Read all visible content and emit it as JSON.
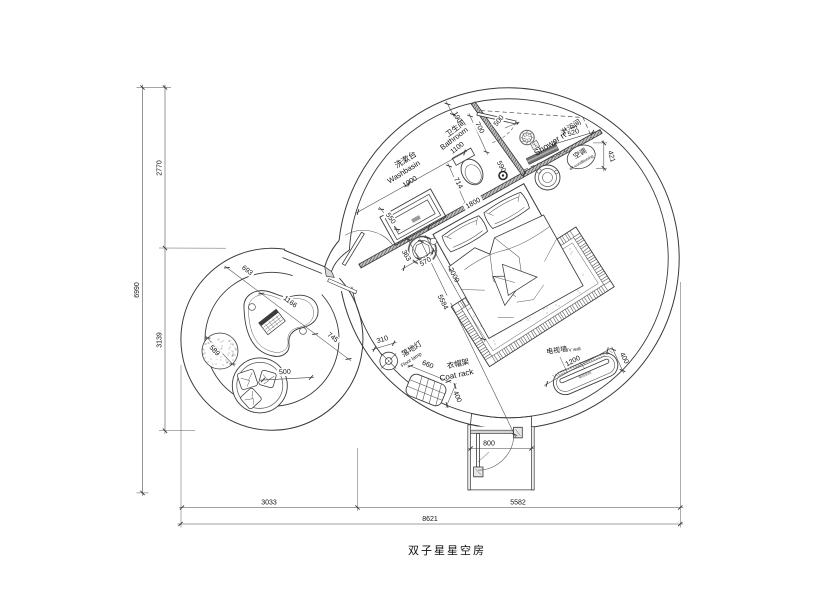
{
  "title": {
    "text": "双子星星空房"
  },
  "labels": {
    "washbasin_zh": "洗漱台",
    "washbasin_en": "Washbasin",
    "bathroom_zh": "卫生间",
    "bathroom_en": "Bathroom",
    "shower_zh": "淋浴间",
    "shower_en": "Shower room",
    "ac_zh": "空调",
    "ac_en": "air-conditioning",
    "tvwall_zh": "电视墙",
    "tvwall_en": "TV wall",
    "tv_inner": "电视机柜",
    "floorlamp_zh": "落地灯",
    "floorlamp_en": "Floor lamp",
    "coatrack_zh": "衣帽架",
    "coatrack_en": "Coat rack"
  },
  "dims": {
    "d6990": "6990",
    "d2770": "2770",
    "d3139": "3139",
    "d3033": "3033",
    "d5582": "5582",
    "d8621": "8621",
    "d1000": "1000",
    "d1100": "1100",
    "d190": "190",
    "d700": "700",
    "d500door": "500",
    "d590": "590",
    "d520": "520",
    "d421": "421",
    "d714": "714",
    "d550": "550",
    "d363": "363",
    "d570": "570",
    "d1800": "1800",
    "d2000": "2000",
    "d5584": "5584",
    "d1200": "1200",
    "d400tv": "400",
    "d660": "660",
    "d400rack": "400",
    "d310": "310",
    "d800": "800",
    "d693": "693",
    "d1166": "1166",
    "d745": "745",
    "d589": "589",
    "d500chair": "500"
  }
}
